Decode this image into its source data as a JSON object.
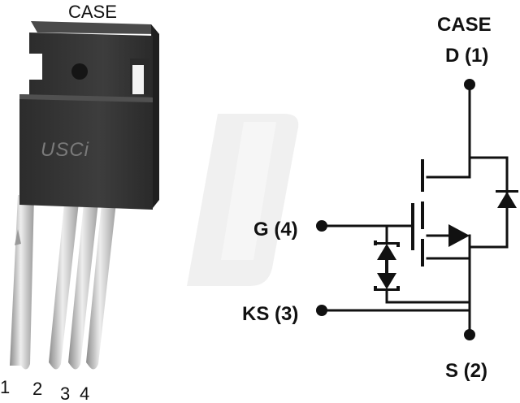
{
  "package": {
    "case_label": "CASE",
    "brand": "USCi",
    "pin_numbers": [
      "1",
      "2",
      "3",
      "4"
    ]
  },
  "schematic": {
    "case_label": "CASE",
    "drain_label": "D (1)",
    "gate_label": "G (4)",
    "kelvin_source_label": "KS (3)",
    "source_label": "S (2)"
  },
  "colors": {
    "body_dark": "#2a2a2a",
    "body_mid": "#3c3c3c",
    "lead": "#c8c8c8",
    "wire": "#111111",
    "watermark": "#eeeeee"
  }
}
